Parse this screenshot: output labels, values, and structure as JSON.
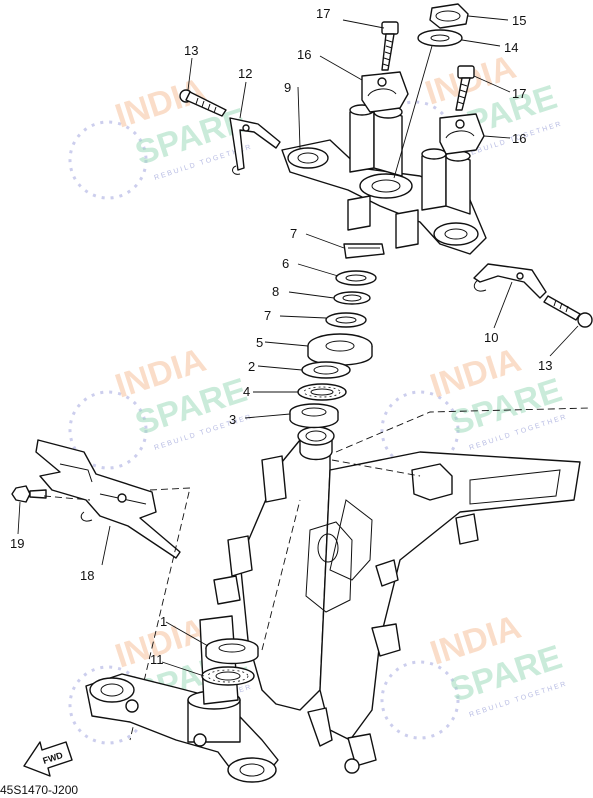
{
  "diagram": {
    "code": "45S1470-J200",
    "fwd_label": "FWD",
    "watermark": {
      "line1": "INDIA",
      "line2": "SPARE",
      "tagline": "REBUILD TOGETHER"
    },
    "callouts": [
      "1",
      "2",
      "3",
      "4",
      "5",
      "6",
      "7",
      "7",
      "8",
      "9",
      "10",
      "11",
      "12",
      "13",
      "13",
      "14",
      "15",
      "16",
      "16",
      "17",
      "17",
      "18",
      "19"
    ]
  }
}
